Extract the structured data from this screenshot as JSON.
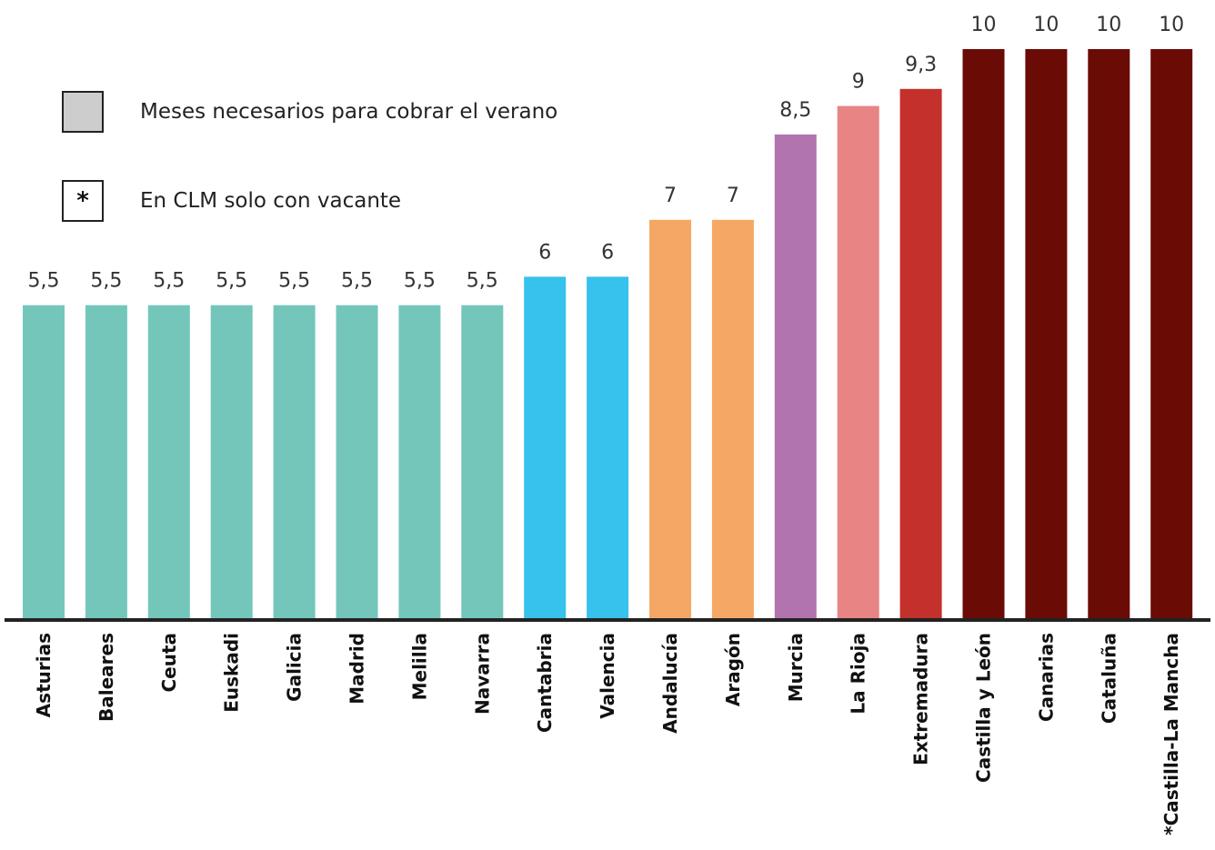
{
  "legend": {
    "items": [
      {
        "label": "Meses necesarios para cobrar el verano",
        "symbol": "",
        "fill": "#cdcdcd"
      },
      {
        "label": "En CLM solo con vacante",
        "symbol": "*",
        "fill": "#ffffff"
      }
    ]
  },
  "chart_data": {
    "type": "bar",
    "title": "",
    "xlabel": "",
    "ylabel": "",
    "ylim": [
      0,
      10
    ],
    "grid": false,
    "legend_position": "top-left",
    "categories": [
      "Asturias",
      "Baleares",
      "Ceuta",
      "Euskadi",
      "Galicia",
      "Madrid",
      "Melilla",
      "Navarra",
      "Cantabria",
      "Valencia",
      "Andalucía",
      "Aragón",
      "Murcia",
      "La Rioja",
      "Extremadura",
      "Castilla y León",
      "Canarias",
      "Cataluña",
      "*Castilla-La Mancha"
    ],
    "values": [
      5.5,
      5.5,
      5.5,
      5.5,
      5.5,
      5.5,
      5.5,
      5.5,
      6,
      6,
      7,
      7,
      8.5,
      9,
      9.3,
      10,
      10,
      10,
      10
    ],
    "value_labels": [
      "5,5",
      "5,5",
      "5,5",
      "5,5",
      "5,5",
      "5,5",
      "5,5",
      "5,5",
      "6",
      "6",
      "7",
      "7",
      "8,5",
      "9",
      "9,3",
      "10",
      "10",
      "10",
      "10"
    ],
    "colors": [
      "#74c6bb",
      "#74c6bb",
      "#74c6bb",
      "#74c6bb",
      "#74c6bb",
      "#74c6bb",
      "#74c6bb",
      "#74c6bb",
      "#37c1ed",
      "#37c1ed",
      "#f5a865",
      "#f5a865",
      "#b274ae",
      "#e88484",
      "#c4302b",
      "#6a0b05",
      "#6a0b05",
      "#6a0b05",
      "#6a0b05"
    ]
  }
}
